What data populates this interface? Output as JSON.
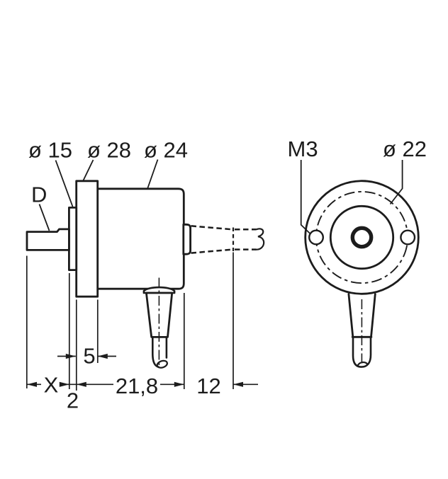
{
  "colors": {
    "line": "#1c1c1c",
    "background": "#ffffff"
  },
  "side_view": {
    "labels": {
      "shaft_diameter": "D",
      "collar_diameter": "ø 15",
      "flange_diameter": "ø 28",
      "housing_diameter": "ø 24"
    },
    "dimensions": {
      "shaft_length": "X",
      "collar_width": "2",
      "flange_width": "5",
      "housing_depth": "21,8",
      "connector_length": "12"
    }
  },
  "front_view": {
    "labels": {
      "mounting_hole_thread": "M3",
      "bolt_circle_diameter": "ø 22"
    }
  }
}
